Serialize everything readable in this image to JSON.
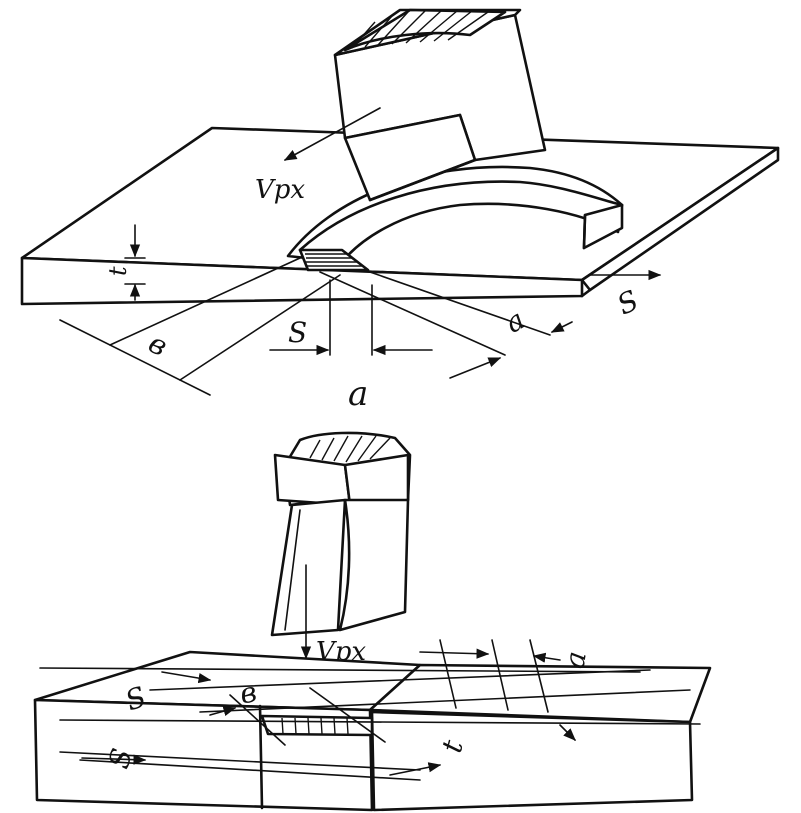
{
  "figure_a": {
    "velocity_label": "Vpx",
    "dim_t": "t",
    "dim_b": "в",
    "dim_s": "S",
    "dim_s_right": "S",
    "dim_a": "a",
    "caption": "a"
  },
  "figure_b": {
    "velocity_label": "Vpx",
    "dim_s_top": "S",
    "dim_b": "в",
    "dim_a": "a",
    "dim_s_left": "S",
    "dim_t": "t"
  },
  "colors": {
    "ink": "#111111",
    "paper": "#ffffff"
  }
}
